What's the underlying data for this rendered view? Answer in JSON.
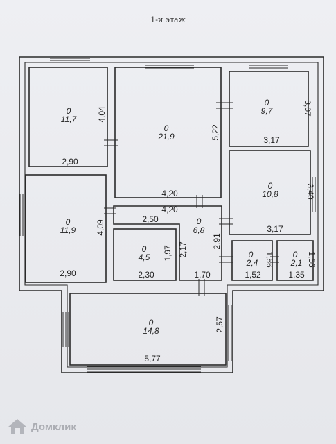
{
  "title": "1-й этаж",
  "rooms": {
    "r1": {
      "num": "0",
      "area": "11,7",
      "width": "2,90",
      "depth": "4,04"
    },
    "r2": {
      "num": "0",
      "area": "21,9",
      "width": "4,20",
      "depth": "5,22"
    },
    "r3": {
      "num": "0",
      "area": "9,7",
      "width": "3,17",
      "depth": "3,07"
    },
    "r4": {
      "num": "0",
      "area": "10,8",
      "width": "3,17",
      "depth": "3,40"
    },
    "r5": {
      "num": "0",
      "area": "11,9",
      "width": "2,90",
      "depth": "4,09"
    },
    "r6": {
      "num": "0",
      "area": "6,8",
      "width": "4,20",
      "width2": "2,50",
      "depth": "2,91",
      "bottom": "1,70"
    },
    "r7": {
      "num": "0",
      "area": "4,5",
      "width": "2,30",
      "depth": "1,97",
      "depth2": "2,17"
    },
    "r8": {
      "num": "0",
      "area": "2,4",
      "width": "1,52",
      "depth": "1,56"
    },
    "r9": {
      "num": "0",
      "area": "2,1",
      "width": "1,35",
      "depth": "1,56"
    },
    "r10": {
      "num": "0",
      "area": "14,8",
      "width": "5,77",
      "depth": "2,57"
    }
  },
  "watermark": {
    "text": "Домклик",
    "icon": "domclick-logo-icon"
  }
}
